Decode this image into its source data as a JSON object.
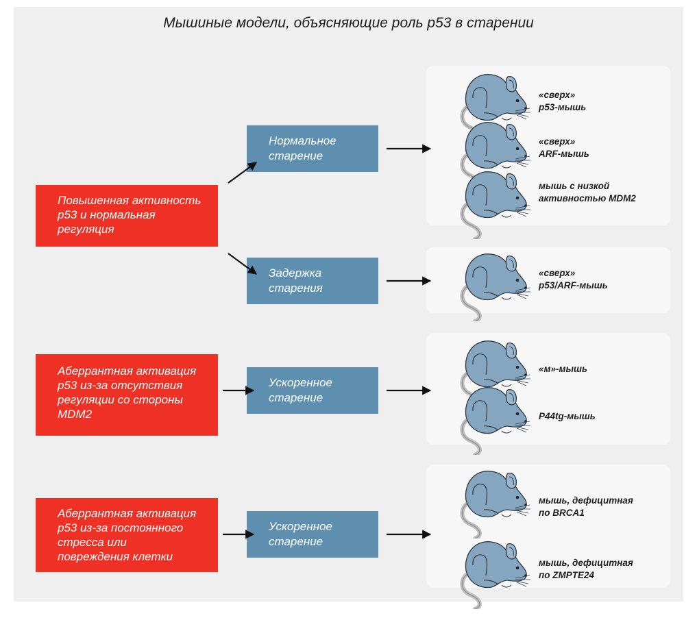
{
  "title": "Мышиные модели, объясняющие роль p53 в старении",
  "causes": [
    {
      "lines": [
        "Повышенная активность",
        "p53 и нормальная",
        "регуляция"
      ]
    },
    {
      "lines": [
        "Аберрантная активация",
        "p53 из-за отсутствия",
        "регуляции со стороны",
        "MDM2"
      ]
    },
    {
      "lines": [
        "Аберрантная активация",
        "p53 из-за постоянного",
        "стресса или",
        "повреждения клетки"
      ]
    }
  ],
  "outcomes": [
    {
      "lines": [
        "Нормальное",
        "старение"
      ]
    },
    {
      "lines": [
        "Задержка",
        "старения"
      ]
    },
    {
      "lines": [
        "Ускоренное",
        "старение"
      ]
    },
    {
      "lines": [
        "Ускоренное",
        "старение"
      ]
    }
  ],
  "mice": [
    {
      "lines": [
        "«сверх»",
        "p53-мышь"
      ]
    },
    {
      "lines": [
        "«сверх»",
        "ARF-мышь"
      ]
    },
    {
      "lines": [
        "мышь с низкой",
        "активностью MDM2"
      ]
    },
    {
      "lines": [
        "«сверх»",
        "p53/ARF-мышь"
      ]
    },
    {
      "lines": [
        "«м»-мышь"
      ]
    },
    {
      "lines": [
        "P44tg-мышь"
      ]
    },
    {
      "lines": [
        "мышь, дефицитная",
        "по BRCA1"
      ]
    },
    {
      "lines": [
        "мышь, дефицитная",
        "по ZMPTE24"
      ]
    }
  ],
  "colors": {
    "cause_box": "#ee3124",
    "outcome_box": "#5e8faf",
    "mouse_body": "#86a6c0",
    "mouse_outline": "#2f3a44",
    "tail": "#b9b9b9",
    "background": "#efefef",
    "panel": "#f7f7f7"
  },
  "icons": [
    "mouse-icon",
    "arrow-right-icon"
  ]
}
